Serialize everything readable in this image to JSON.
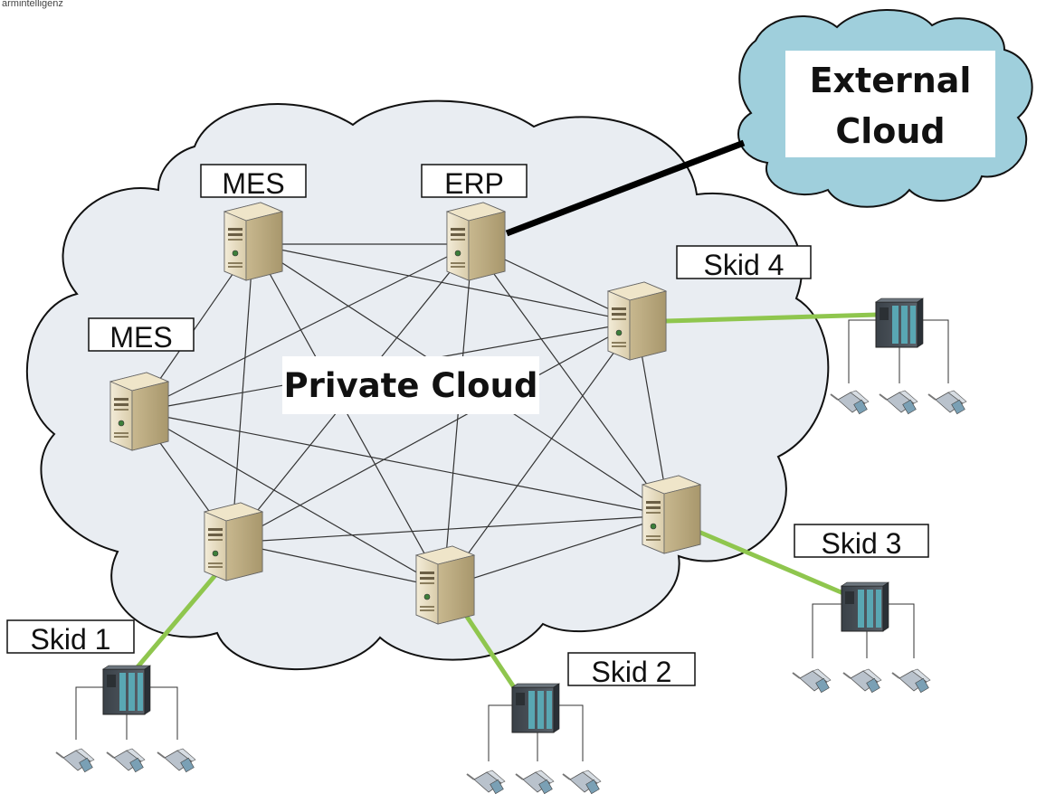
{
  "caption": "armintelligenz",
  "private_cloud": {
    "label": "Private Cloud"
  },
  "external_cloud": {
    "line1": "External",
    "line2": "Cloud"
  },
  "labels": {
    "mes_top": "MES",
    "erp": "ERP",
    "mes_left": "MES",
    "skid1": "Skid 1",
    "skid2": "Skid 2",
    "skid3": "Skid 3",
    "skid4": "Skid 4"
  },
  "colors": {
    "cloud_fill": "#e9edf2",
    "external_cloud_fill": "#9fcfdc",
    "mesh_line": "#333333",
    "skid_link": "#8fc64e",
    "external_link": "#000000"
  }
}
